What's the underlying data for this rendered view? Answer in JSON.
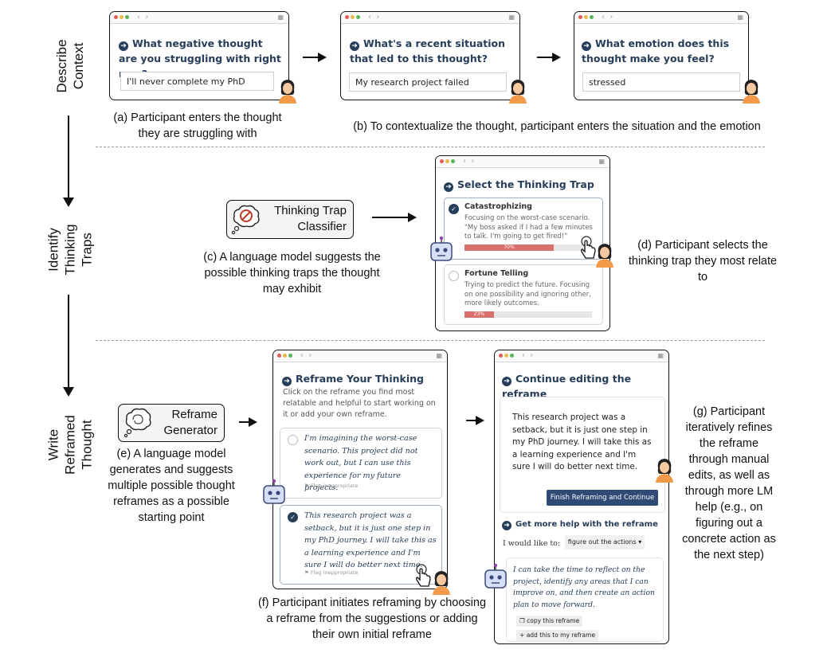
{
  "stages": {
    "describe": "Describe\nContext",
    "identify": "Identify\nThinking\nTraps",
    "write": "Write\nReframed\nThought"
  },
  "context": {
    "q1": "What negative thought are you struggling with right now?",
    "a1": "I'll never complete my PhD",
    "q2": "What's a recent situation that led to this thought?",
    "a2": "My research project failed",
    "q3": "What emotion does this thought make you feel?",
    "a3": "stressed",
    "cap_a": "(a) Participant enters the thought they are struggling with",
    "cap_b": "(b) To contextualize the thought, participant enters the situation and the emotion"
  },
  "traps": {
    "classifier": "Thinking Trap Classifier",
    "cap_c": "(c) A language model suggests the possible thinking traps the thought may exhibit",
    "title": "Select the Thinking Trap",
    "t1_name": "Catastrophizing",
    "t1_desc": "Focusing on the worst-case scenario. \"My boss asked if I had a few minutes to talk. I'm going to get fired!\"",
    "t1_pct_label": "70%",
    "t1_pct": 0.7,
    "t2_name": "Fortune Telling",
    "t2_desc": "Trying to predict the future. Focusing on one possibility and ignoring other, more likely outcomes.",
    "t2_pct_label": "23%",
    "t2_pct": 0.23,
    "cap_d": "(d) Participant selects the thinking trap they most relate to"
  },
  "reframe": {
    "generator": "Reframe Generator",
    "cap_e": "(e) A language model generates and suggests multiple possible thought reframes as a possible starting point",
    "title": "Reframe Your Thinking",
    "intro": "Click on the reframe you find most relatable and helpful to start working on it or add your own reframe.",
    "r1": "I'm imagining the worst-case scenario. This project did not work out, but I can use this experience for my future projects.",
    "r2": "This research project was a setback, but it is just one step in my PhD journey. I will take this as a learning experience and I'm sure I will do better next time.",
    "flag": "Flag inappropriate",
    "cap_f": "(f) Participant initiates reframing by choosing a reframe from the suggestions or adding their own initial reframe",
    "edit_title": "Continue editing the reframe",
    "edit_text": "This research project was a setback, but it is just one step in my PhD journey. I will take this as a learning experience and I'm sure I will do better next time.",
    "finish_btn": "Finish Reframing and Continue",
    "help_title": "Get more help with the reframe",
    "would_like": "I would like to:",
    "help_option": "figure out the actions",
    "help_text": "I can take the time to reflect on the project, identify any areas that I can improve on, and then create an action plan to move forward.",
    "copy": "copy this reframe",
    "add": "add this to my reframe",
    "cap_g": "(g) Participant iteratively refines the reframe through manual edits, as well as through more LM help (e.g., on figuring out a concrete action as the next step)"
  },
  "colors": {
    "accent": "#263e5a",
    "button": "#2f4a75",
    "bar": "#d9706b"
  },
  "icons": [
    "arrow-right-circle-icon",
    "robot-icon",
    "person-icon",
    "pointer-hand-icon",
    "thought-bubble-icon",
    "check-icon"
  ]
}
